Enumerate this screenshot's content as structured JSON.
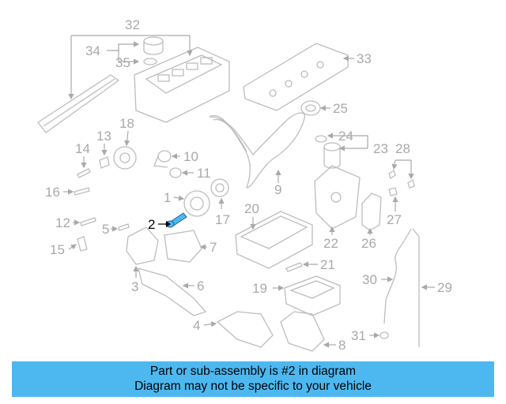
{
  "diagram": {
    "highlight_color": "#4db8f0",
    "highlighted_part": "2",
    "labels": {
      "p1": "1",
      "p2": "2",
      "p3": "3",
      "p4": "4",
      "p5": "5",
      "p6": "6",
      "p7": "7",
      "p8": "8",
      "p9": "9",
      "p10": "10",
      "p11": "11",
      "p12": "12",
      "p13": "13",
      "p14": "14",
      "p15": "15",
      "p16": "16",
      "p17": "17",
      "p18": "18",
      "p19": "19",
      "p20": "20",
      "p21": "21",
      "p22": "22",
      "p23": "23",
      "p24": "24",
      "p25": "25",
      "p26": "26",
      "p27": "27",
      "p28": "28",
      "p29": "29",
      "p30": "30",
      "p31": "31",
      "p32": "32",
      "p33": "33",
      "p34": "34",
      "p35": "35"
    }
  },
  "banner": {
    "line1": "Part or sub-assembly is #2 in diagram",
    "line2": "Diagram may not be specific to your vehicle",
    "color": "#4db8f0"
  }
}
